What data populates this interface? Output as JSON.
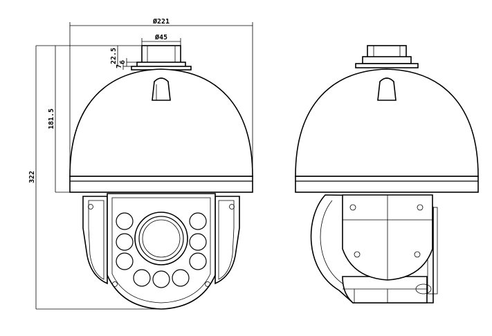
{
  "dimensions": {
    "overall_diameter": "Ø221",
    "mount_diameter": "Ø45",
    "mount_height": "22.5",
    "flange_a": "6",
    "flange_b": "7",
    "dome_height": "181.5",
    "total_height": "322"
  },
  "colors": {
    "line": "#000000",
    "background": "#ffffff"
  }
}
